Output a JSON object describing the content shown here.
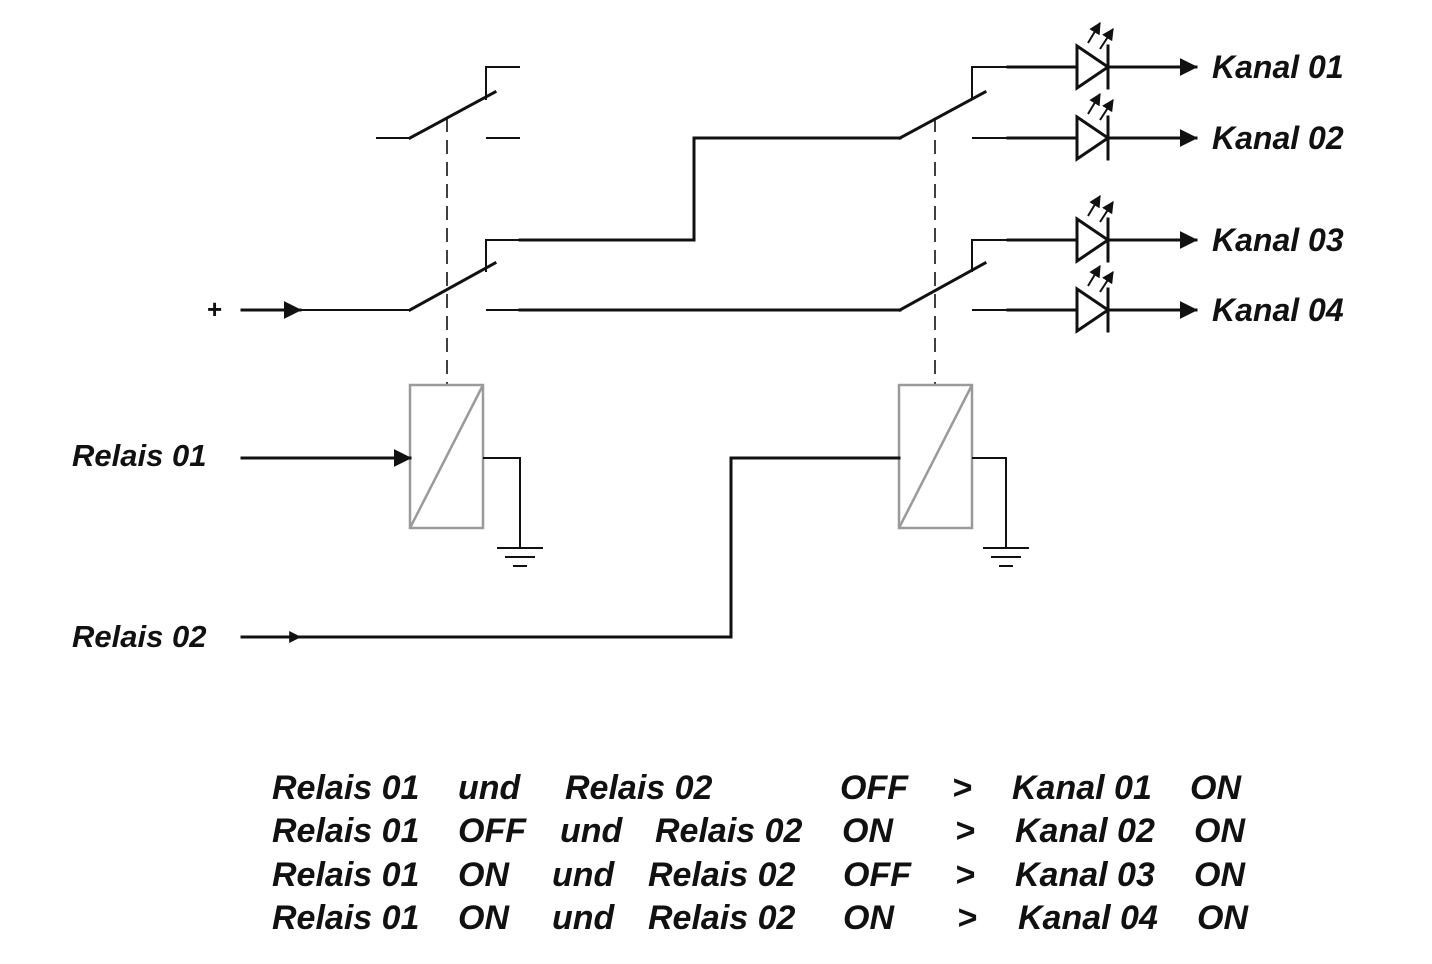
{
  "inputs": {
    "plus": "+",
    "relais_01": "Relais 01",
    "relais_02": "Relais 02"
  },
  "outputs": [
    "Kanal 01",
    "Kanal 02",
    "Kanal 03",
    "Kanal 04"
  ],
  "truth_table": [
    [
      "Relais 01",
      "und",
      "Relais 02",
      "OFF",
      ">",
      "Kanal 01",
      "ON"
    ],
    [
      "Relais 01",
      "OFF",
      "und",
      "Relais 02",
      "ON",
      ">",
      "Kanal 02",
      "ON"
    ],
    [
      "Relais 01",
      "ON",
      "und",
      "Relais 02",
      "OFF",
      ">",
      "Kanal 03",
      "ON"
    ],
    [
      "Relais 01",
      "ON",
      "und",
      "Relais 02",
      "ON",
      ">",
      "Kanal 04",
      "ON"
    ]
  ],
  "colors": {
    "line": "#111111",
    "coil": "#9a9a9a"
  }
}
